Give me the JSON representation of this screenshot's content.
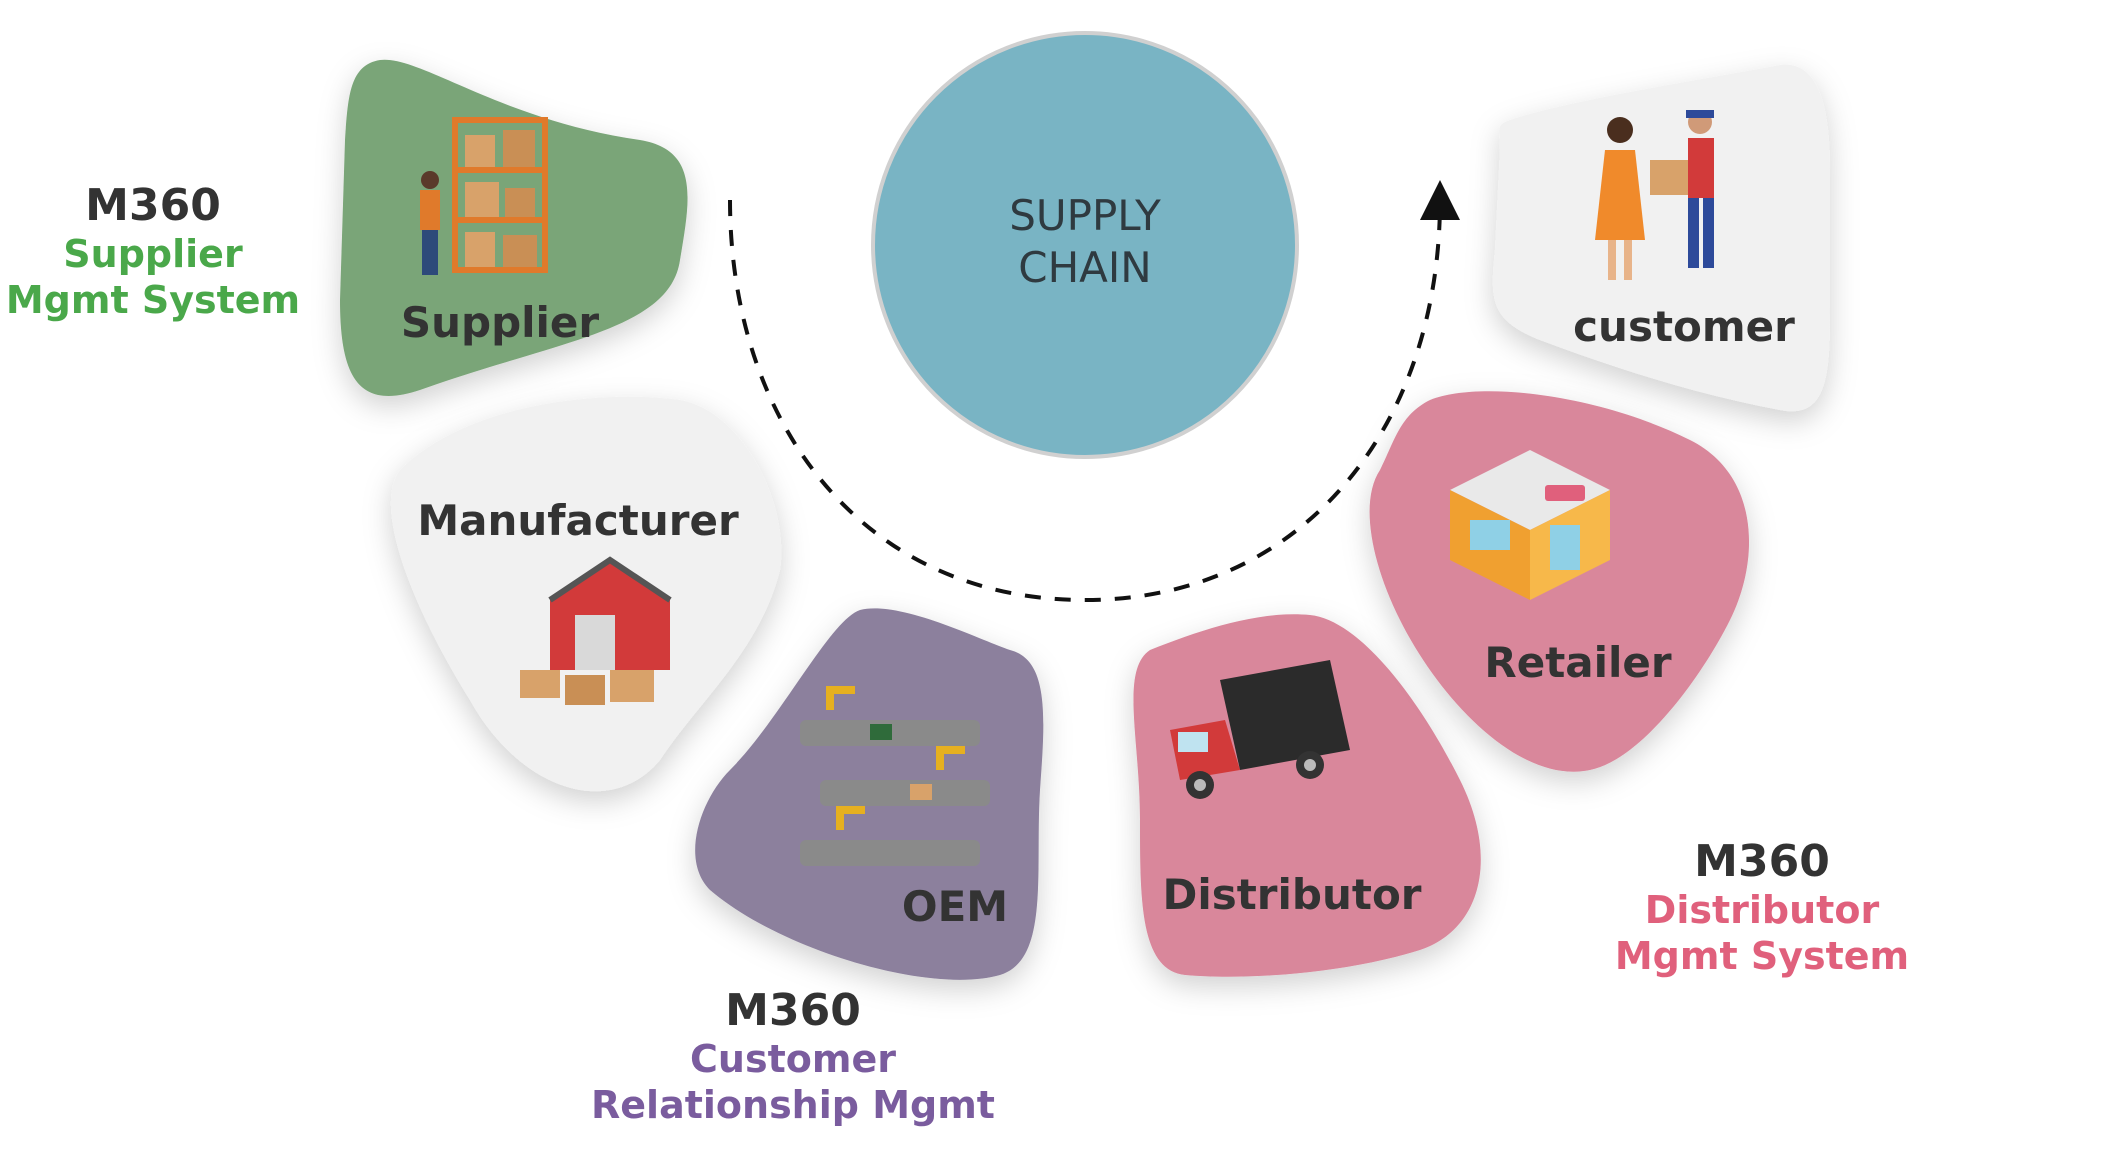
{
  "hub": {
    "line1": "SUPPLY",
    "line2": "CHAIN"
  },
  "nodes": [
    {
      "id": "supplier",
      "label": "Supplier",
      "color": "#7aa578"
    },
    {
      "id": "manufacturer",
      "label": "Manufacturer",
      "color": "#f1f1f1"
    },
    {
      "id": "oem",
      "label": "OEM",
      "color": "#8c809d"
    },
    {
      "id": "distributor",
      "label": "Distributor",
      "color": "#d9879b"
    },
    {
      "id": "retailer",
      "label": "Retailer",
      "color": "#d9879b"
    },
    {
      "id": "customer",
      "label": "customer",
      "color": "#f1f1f1"
    }
  ],
  "systems": [
    {
      "id": "supplier-system",
      "brand": "M360",
      "line1": "Supplier",
      "line2": "Mgmt System",
      "color": "#4aa84a"
    },
    {
      "id": "crm-system",
      "brand": "M360",
      "line1": "Customer",
      "line2": "Relationship Mgmt",
      "color": "#7a5c9e"
    },
    {
      "id": "distributor-system",
      "brand": "M360",
      "line1": "Distributor",
      "line2": "Mgmt System",
      "color": "#e0607c"
    }
  ],
  "colors": {
    "hub": "#79b4c4",
    "arrow": "#111111"
  }
}
